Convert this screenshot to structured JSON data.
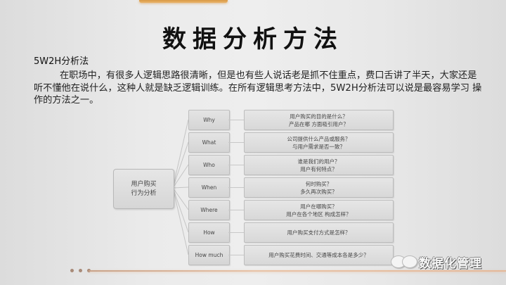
{
  "slide": {
    "title": "数据分析方法",
    "subtitle": "5W2H分析法",
    "paragraph": "在职场中，有很多人逻辑思路很清晰，但是也有些人说话老是抓不住重点，费口舌讲了半天，大家还是听不懂他在说什么，这种人就是缺乏逻辑训练。在所有逻辑思考方法中，5W2H分析法可以说是最容易学习 操作的方法之一。",
    "accent_color": "#e0a555"
  },
  "diagram": {
    "root": {
      "line1": "用户购买",
      "line2": "行为分析"
    },
    "branches": [
      {
        "label": "Why",
        "line1": "用户购买的目的是什么？",
        "line2": "产品在哪 方面吸引用户？"
      },
      {
        "label": "What",
        "line1": "公司提供什么产品或服务？",
        "line2": "与用户需求是否一致？"
      },
      {
        "label": "Who",
        "line1": "谁是我们的用户？",
        "line2": "用户有何特点？"
      },
      {
        "label": "When",
        "line1": "何时购买？",
        "line2": "多久再次购买？"
      },
      {
        "label": "Where",
        "line1": "用户在哪购买？",
        "line2": "用户在各个地区 构成怎样？"
      },
      {
        "label": "How",
        "line1": "用户购买支付方式是怎样？",
        "line2": ""
      },
      {
        "label": "How much",
        "line1": "用户购买花费时间、交通等成本各是多少？",
        "line2": ""
      }
    ]
  },
  "watermark": {
    "icon": "wechat-icon",
    "text": "数据化管理"
  }
}
